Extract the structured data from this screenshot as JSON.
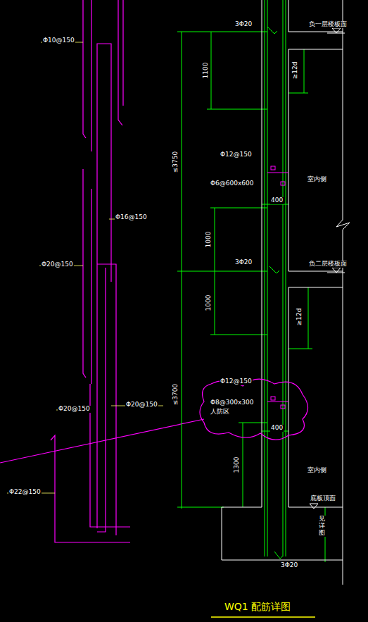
{
  "diagram": {
    "caption": "WQ1 配筋详图",
    "labels": [
      "Φ10@150",
      "Φ16@150",
      "Φ20@150",
      "Φ20@150",
      "Φ20@150",
      "Φ22@150",
      "3Φ20",
      "负一层楼板面",
      "1100",
      "≥12d",
      "≤3750",
      "Φ12@150",
      "Φ6@600x600",
      "400",
      "室内侧",
      "1000",
      "3Φ20",
      "负二层楼板面",
      "≥12d",
      "1000",
      "Φ12@150",
      "Φ8@300x300",
      "人防区",
      "400",
      "≤3700",
      "1300",
      "室内侧",
      "底板顶面",
      "见详图",
      "3Φ20"
    ]
  }
}
